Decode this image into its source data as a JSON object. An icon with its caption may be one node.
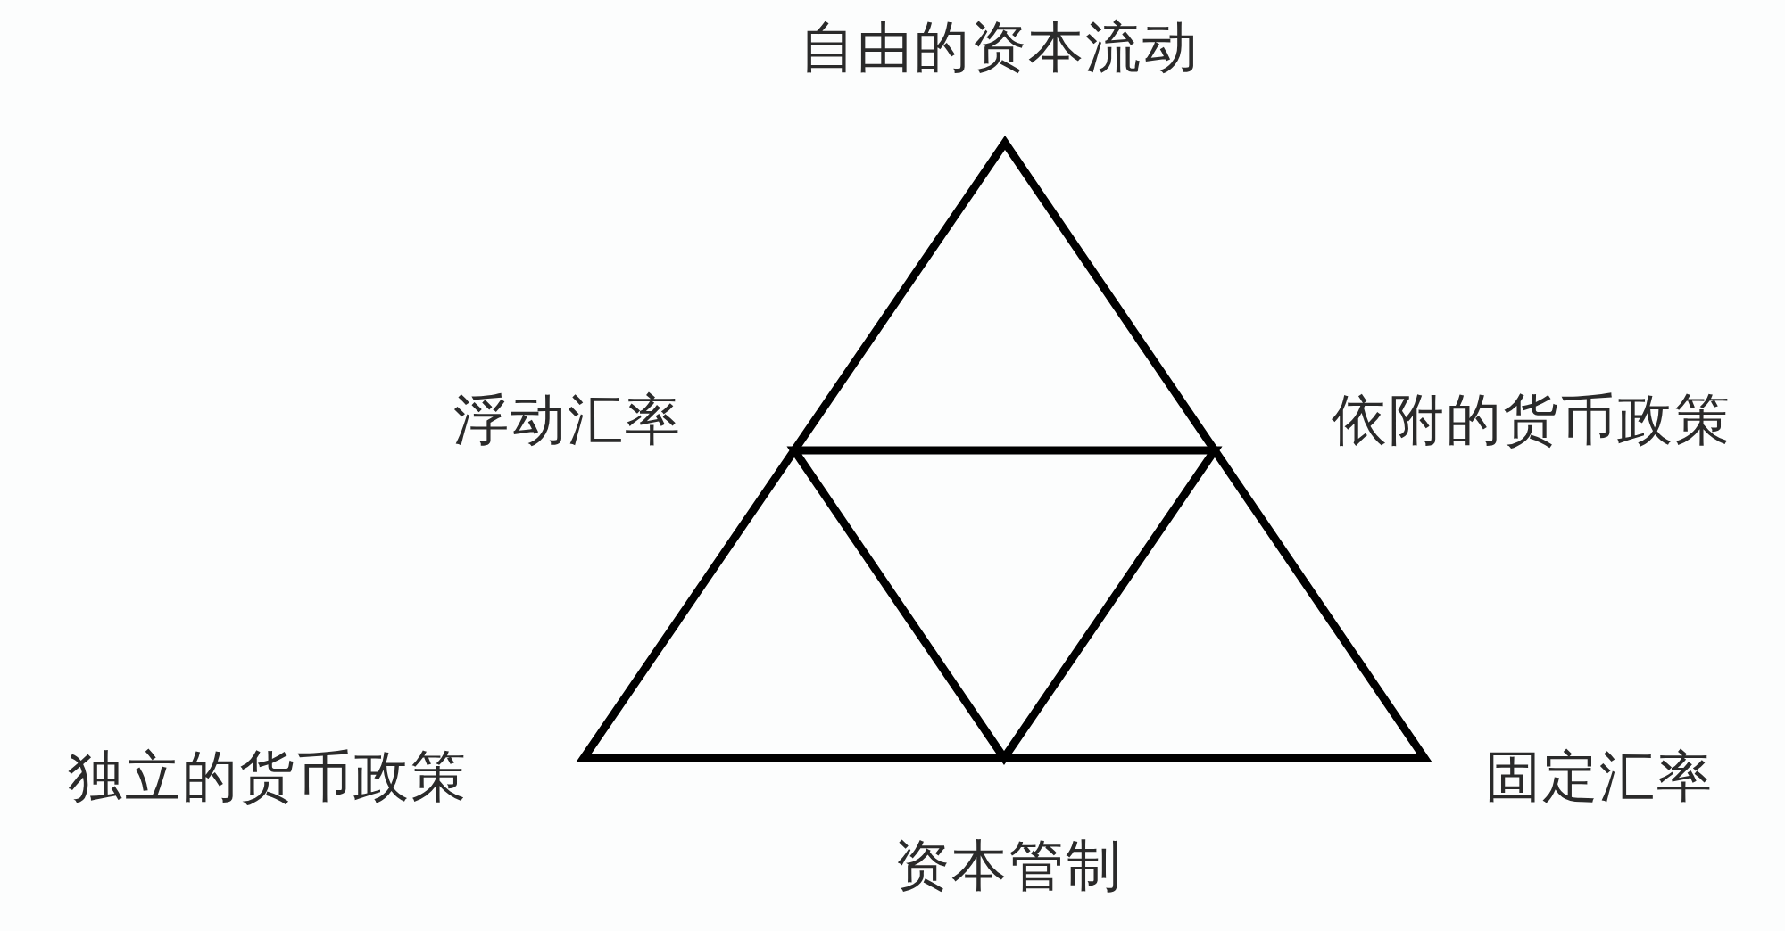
{
  "diagram": {
    "labels": [
      "自由的资本流动",
      "浮动汇率",
      "依附的货币政策",
      "独立的货币政策",
      "固定汇率",
      "资本管制"
    ]
  }
}
